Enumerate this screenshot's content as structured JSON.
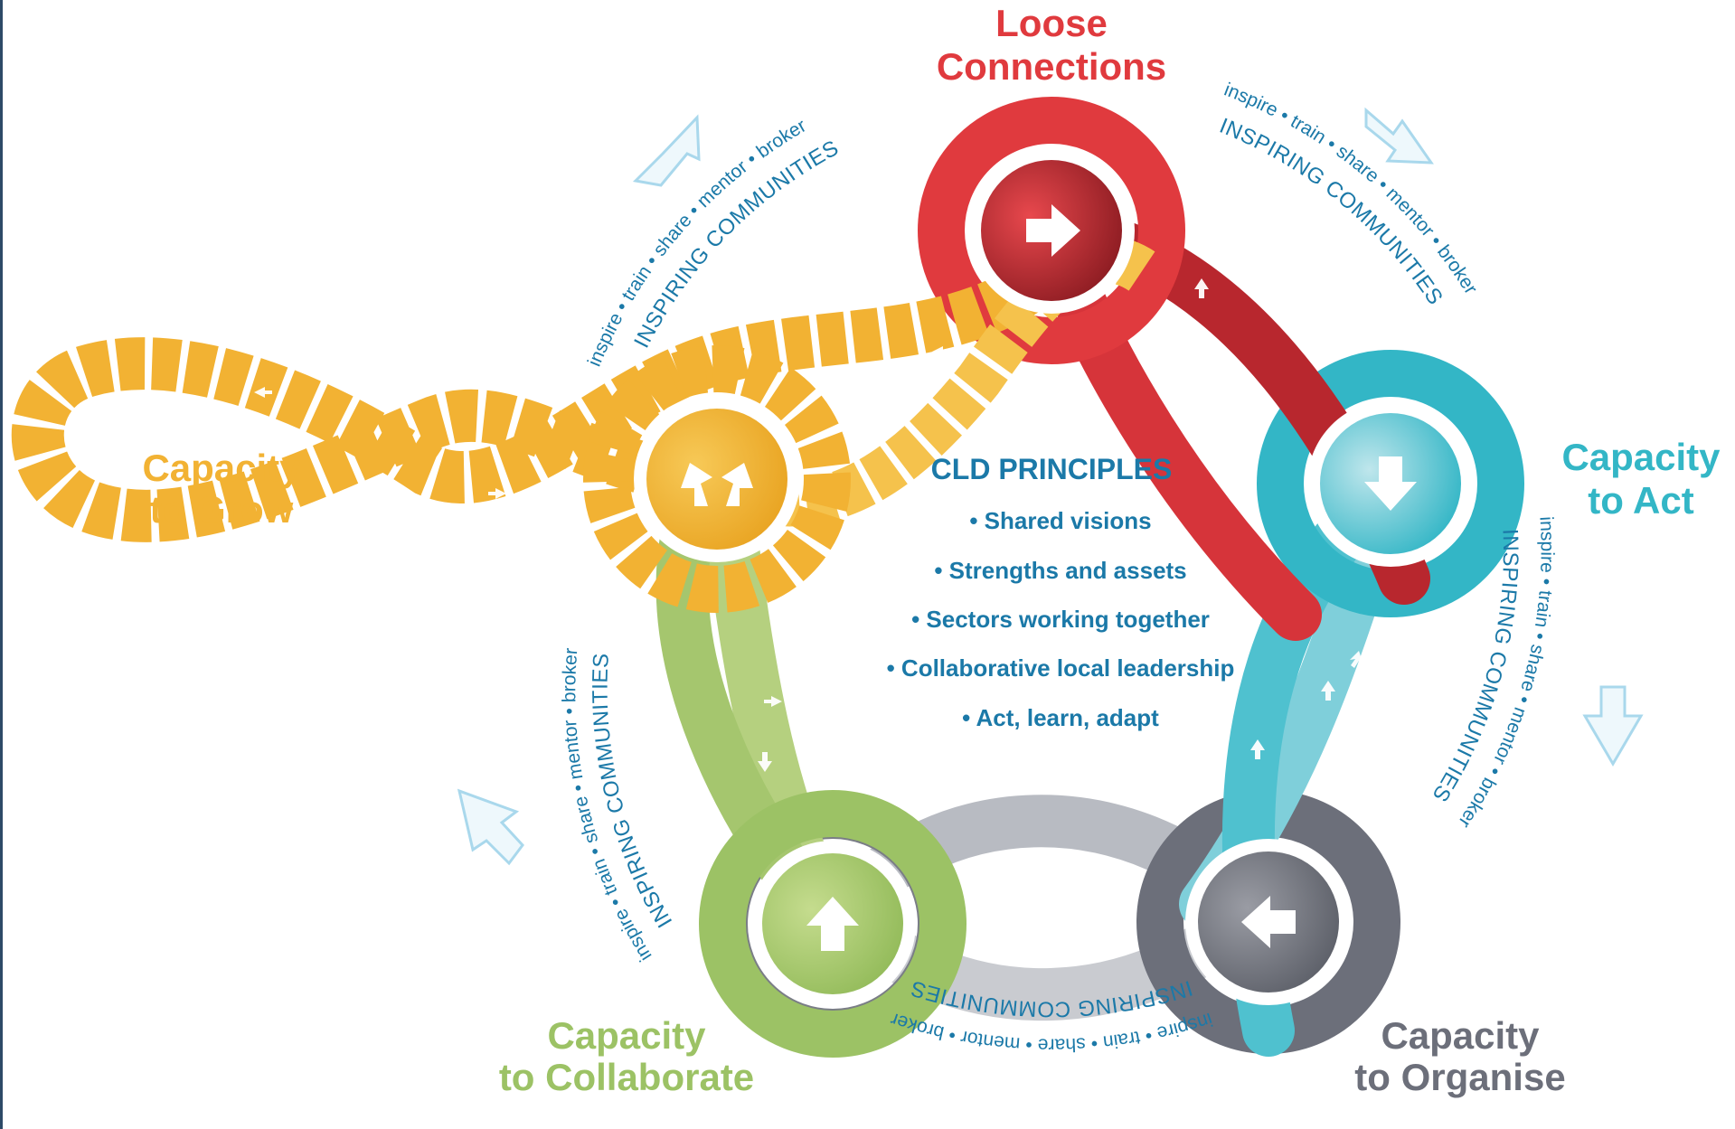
{
  "title": "Loose Connections",
  "stages": {
    "loose_connections": {
      "line1": "Loose",
      "line2": "Connections",
      "color": "#e03a3e"
    },
    "capacity_to_act": {
      "line1": "Capacity",
      "line2": "to Act",
      "color": "#33b6c6"
    },
    "capacity_to_organise": {
      "line1": "Capacity",
      "line2": "to Organise",
      "color": "#6c6f7a"
    },
    "capacity_to_collaborate": {
      "line1": "Capacity",
      "line2": "to Collaborate",
      "color": "#9cc265"
    },
    "capacity_to_grow": {
      "line1": "Capacity",
      "line2": "to Grow",
      "color": "#f2b233"
    }
  },
  "principles": {
    "heading": "CLD PRINCIPLES",
    "items": [
      "• Shared visions",
      "• Strengths and assets",
      "• Sectors working together",
      "• Collaborative local leadership",
      "• Act, learn, adapt"
    ]
  },
  "ring": {
    "verbs": "inspire • train • share • mentor • broker",
    "caption": "INSPIRING COMMUNITIES"
  },
  "colors": {
    "red": "#e03a3e",
    "red_dark": "#a8232a",
    "teal": "#33b6c6",
    "grey": "#6c6f7a",
    "grey_light": "#b8bbc2",
    "green": "#9cc265",
    "yellow": "#f2b233",
    "text_blue": "#1b79a8",
    "arrow_outline": "#a9d8ec"
  },
  "icons": {
    "hub_loose_connections": "arrow-right-icon",
    "hub_capacity_to_act": "arrow-down-icon",
    "hub_capacity_to_organise": "arrow-left-icon",
    "hub_capacity_to_collaborate": "arrow-up-icon",
    "hub_capacity_to_grow": "split-arrows-icon",
    "cycle_arrows": "cycle-arrow-icon"
  }
}
